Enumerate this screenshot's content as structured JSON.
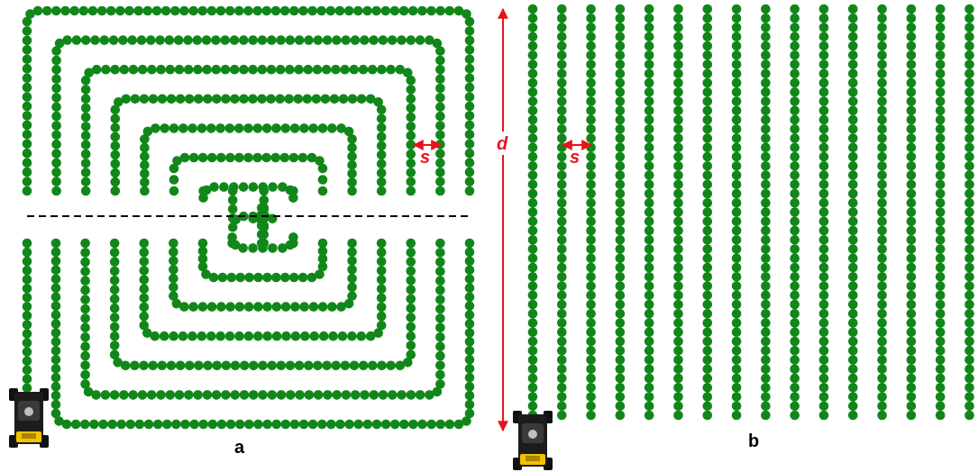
{
  "panels": [
    {
      "id": "a",
      "label": "a",
      "spacing_label": "s"
    },
    {
      "id": "b",
      "label": "b",
      "spacing_label": "s",
      "length_label": "d"
    }
  ],
  "colors": {
    "plant": "#11871a",
    "dimension": "#e8141c",
    "divider": "#000000",
    "robot_body": "#1c1c1c",
    "robot_accent": "#f2c200"
  },
  "icons": {
    "plant": "plant-dot-icon",
    "robot": "robot-vehicle-icon"
  },
  "layout_meta": {
    "panel_a_loops": 8,
    "panel_b_rows": 16,
    "panel_a_divider": "dashed"
  }
}
